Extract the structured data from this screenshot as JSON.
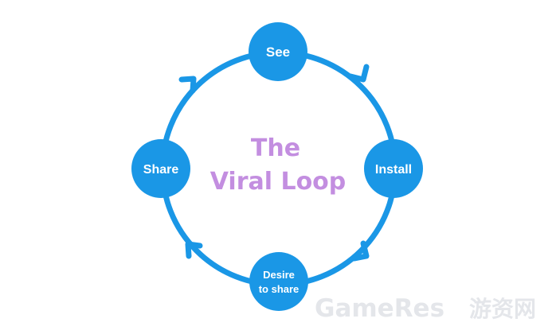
{
  "title": {
    "line1": "The",
    "line2": "Viral Loop"
  },
  "nodes": {
    "see": "See",
    "install": "Install",
    "desire_line1": "Desire",
    "desire_line2": "to share",
    "share": "Share"
  },
  "watermark": {
    "brand": "GameRes",
    "cn": "游资网"
  },
  "colors": {
    "loop": "#1a97e6",
    "node_fill": "#1a97e6",
    "title": "#c38ee0",
    "watermark": "#e4e6ea"
  },
  "icons": {
    "arrow": "arrow-chevron-icon"
  }
}
